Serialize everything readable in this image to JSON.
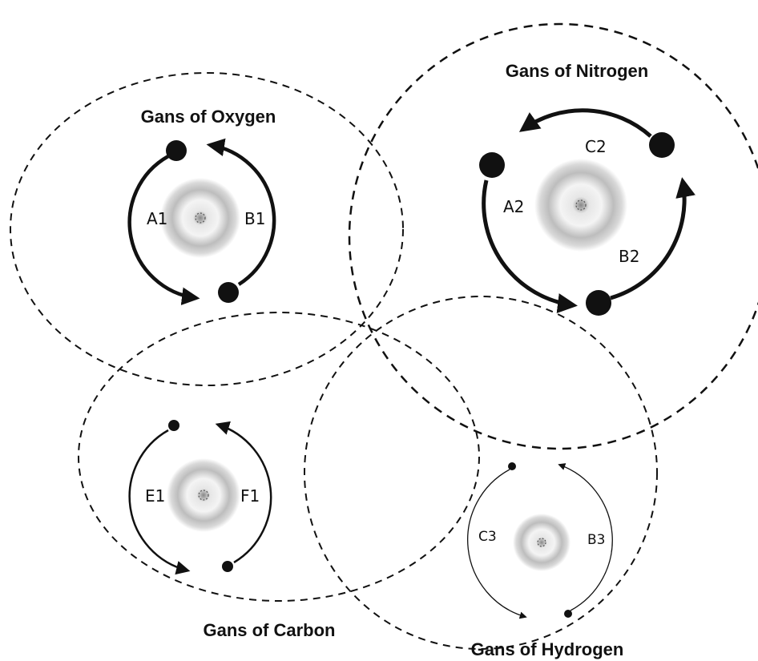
{
  "groups": {
    "oxygen": {
      "title": "Gans of Oxygen",
      "left_label": "A1",
      "right_label": "B1"
    },
    "nitrogen": {
      "title": "Gans of Nitrogen",
      "left_label": "A2",
      "top_label": "C2",
      "right_label": "B2"
    },
    "carbon": {
      "title": "Gans of Carbon",
      "left_label": "E1",
      "right_label": "F1"
    },
    "hydrogen": {
      "title": "Gans of Hydrogen",
      "left_label": "C3",
      "right_label": "B3"
    }
  },
  "colors": {
    "ink": "#111111",
    "background": "#ffffff"
  }
}
